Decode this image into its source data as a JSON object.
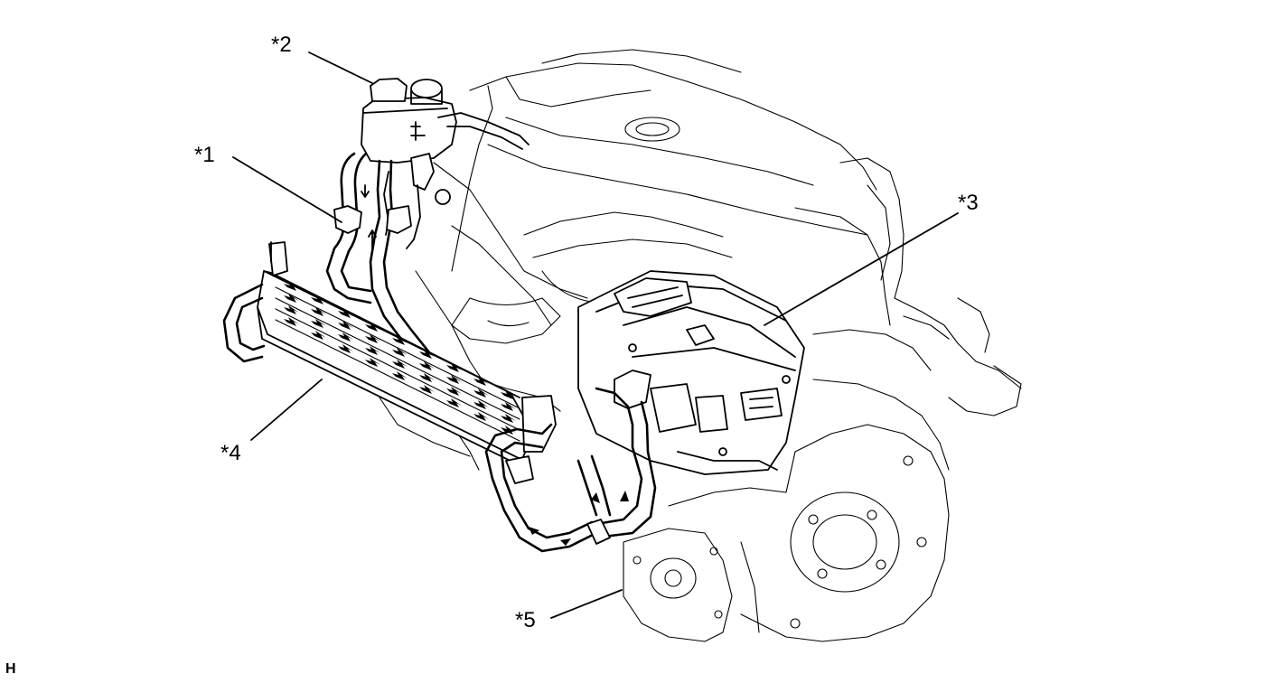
{
  "callouts": {
    "c1": "*1",
    "c2": "*2",
    "c3": "*3",
    "c4": "*4",
    "c5": "*5"
  },
  "corner_code": "H",
  "colors": {
    "line": "#000000",
    "background": "#ffffff"
  }
}
